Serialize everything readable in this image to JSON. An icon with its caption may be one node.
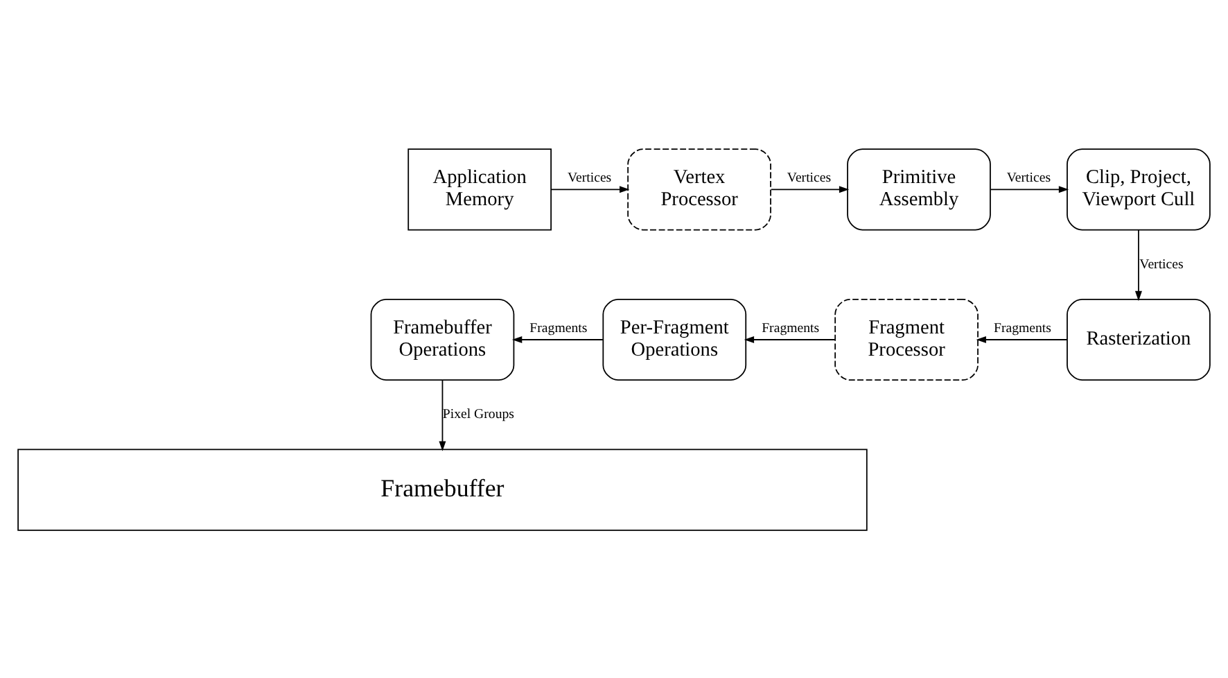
{
  "diagram": {
    "nodes": [
      {
        "text": [
          "Application Memory"
        ]
      },
      {
        "text": [
          "Vertex Processor"
        ]
      },
      {
        "text": [
          "Primitive Assembly"
        ]
      },
      {
        "text": [
          "Clip, Project, Viewport Cull"
        ]
      },
      {
        "text": [
          "Framebuffer Operations"
        ]
      },
      {
        "text": [
          "Per-Fragment Operations"
        ]
      },
      {
        "text": [
          "Fragment Processor"
        ]
      },
      {
        "text": [
          "Rasterization"
        ]
      },
      {
        "text": [
          "Framebuffer"
        ]
      }
    ],
    "edges": [
      {
        "from": 0,
        "to": 1,
        "arrow": "to",
        "label": "Vertices"
      },
      {
        "from": 1,
        "to": 2,
        "arrow": "to",
        "label": "Vertices"
      },
      {
        "from": 2,
        "to": 3,
        "arrow": "to",
        "label": "Vertices"
      },
      {
        "from": 3,
        "to": 7,
        "arrow": "to",
        "label": "Vertices"
      },
      {
        "from": 7,
        "to": 6,
        "arrow": "to",
        "label": "Fragments"
      },
      {
        "from": 6,
        "to": 5,
        "arrow": "to",
        "label": "Fragments"
      },
      {
        "from": 5,
        "to": 4,
        "arrow": "to",
        "label": "Fragments"
      },
      {
        "from": 4,
        "to": 8,
        "arrow": "to",
        "label": "Pixel Groups"
      }
    ]
  }
}
